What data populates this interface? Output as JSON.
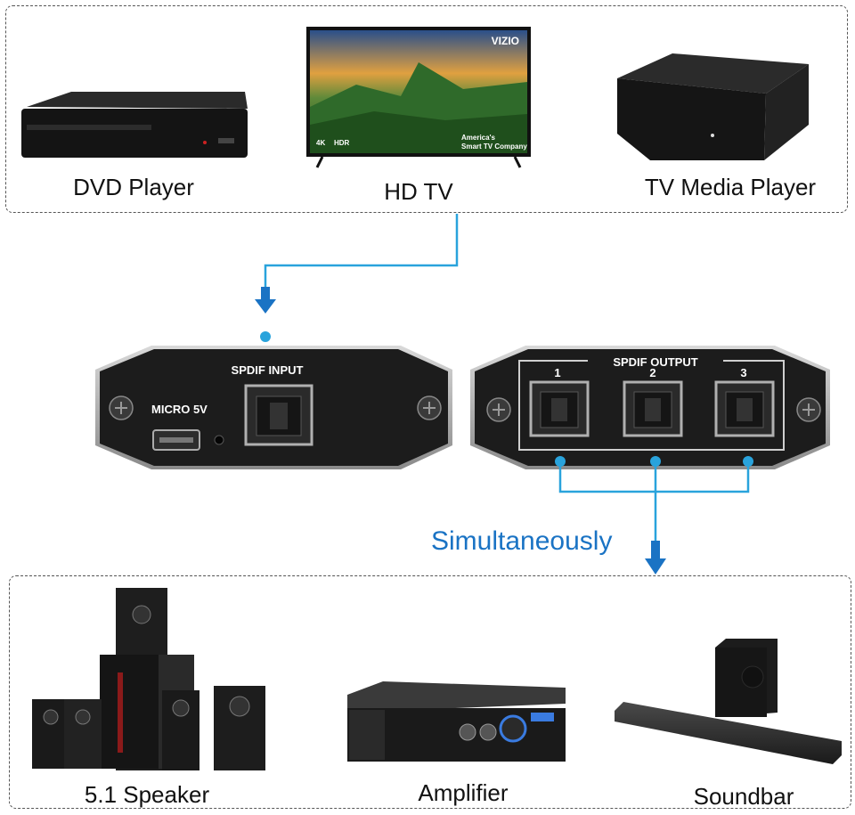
{
  "sources": {
    "dvd_label": "DVD Player",
    "tv_label": "HD TV",
    "media_label": "TV Media Player",
    "tv_brand": "VIZIO",
    "tv_badge_4k": "4K",
    "tv_badge_hdr": "HDR",
    "tv_tagline_1": "America's",
    "tv_tagline_2": "Smart TV Company"
  },
  "splitter": {
    "input_title": "SPDIF INPUT",
    "micro_label": "MICRO 5V",
    "output_title": "SPDIF OUTPUT",
    "ports": [
      "1",
      "2",
      "3"
    ]
  },
  "flow": {
    "note": "Simultaneously"
  },
  "outputs": {
    "speaker_label": "5.1 Speaker",
    "amp_label": "Amplifier",
    "soundbar_label": "Soundbar"
  },
  "colors": {
    "line": "#29a3dc",
    "arrow": "#1a73c4",
    "device_body": "#1c1c1c"
  }
}
